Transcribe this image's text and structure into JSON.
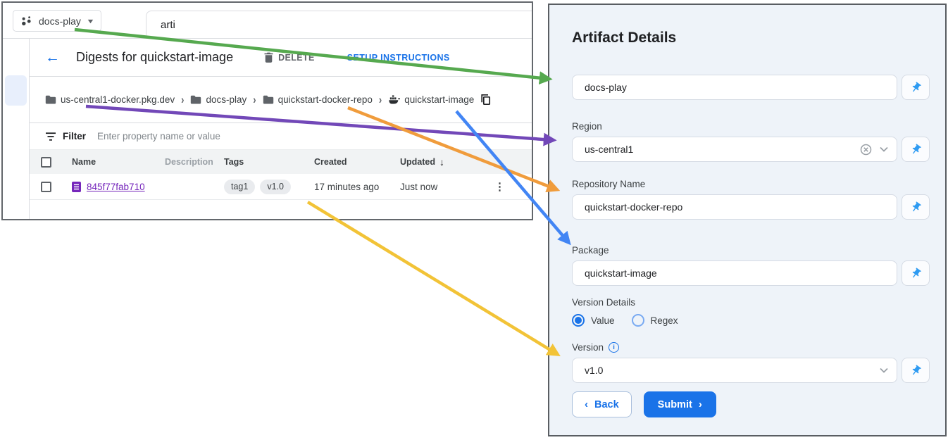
{
  "icons": {
    "dropdown_caret": "▼",
    "back_arrow": "←",
    "breadcrumb_separator": "›",
    "sort_down_arrow": "↓",
    "overflow_dots": "⋮",
    "info_glyph": "i",
    "back_chevron": "‹",
    "submit_chevron": "›"
  },
  "console": {
    "project_selector": {
      "label": "docs-play"
    },
    "search": {
      "value": "arti"
    },
    "header": {
      "title": "Digests for quickstart-image",
      "delete_label": "DELETE",
      "setup_label": "SETUP INSTRUCTIONS"
    },
    "breadcrumb": {
      "items": [
        "us-central1-docker.pkg.dev",
        "docs-play",
        "quickstart-docker-repo",
        "quickstart-image"
      ]
    },
    "filter": {
      "label": "Filter",
      "placeholder": "Enter property name or value"
    },
    "table": {
      "columns": {
        "name": "Name",
        "description": "Description",
        "tags": "Tags",
        "created": "Created",
        "updated": "Updated"
      },
      "sorted_by": "Updated",
      "sort_direction": "desc",
      "rows": [
        {
          "name": "845f77fab710",
          "description": "",
          "tags": [
            "tag1",
            "v1.0"
          ],
          "created": "17 minutes ago",
          "updated": "Just now"
        }
      ]
    }
  },
  "panel": {
    "title": "Artifact Details",
    "project_field": {
      "value": "docs-play"
    },
    "region": {
      "label": "Region",
      "value": "us-central1"
    },
    "repository": {
      "label": "Repository Name",
      "value": "quickstart-docker-repo"
    },
    "package": {
      "label": "Package",
      "value": "quickstart-image"
    },
    "version_details": {
      "label": "Version Details",
      "options": [
        "Value",
        "Regex"
      ],
      "selected": "Value"
    },
    "version": {
      "label": "Version",
      "value": "v1.0"
    },
    "buttons": {
      "back": "Back",
      "submit": "Submit"
    }
  },
  "arrows": [
    {
      "name": "project-to-project-field",
      "color": "#56a94f"
    },
    {
      "name": "registry-to-region-field",
      "color": "#7248b8"
    },
    {
      "name": "repo-to-repository-field",
      "color": "#f09c3c"
    },
    {
      "name": "image-to-package-field",
      "color": "#4285f4"
    },
    {
      "name": "tag-to-version-field",
      "color": "#f2c337"
    }
  ],
  "colors": {
    "accent_blue": "#1a73e8",
    "link_purple": "#7627bb",
    "panel_background": "#eef3f9",
    "pin_blue": "#2e9bf2"
  }
}
